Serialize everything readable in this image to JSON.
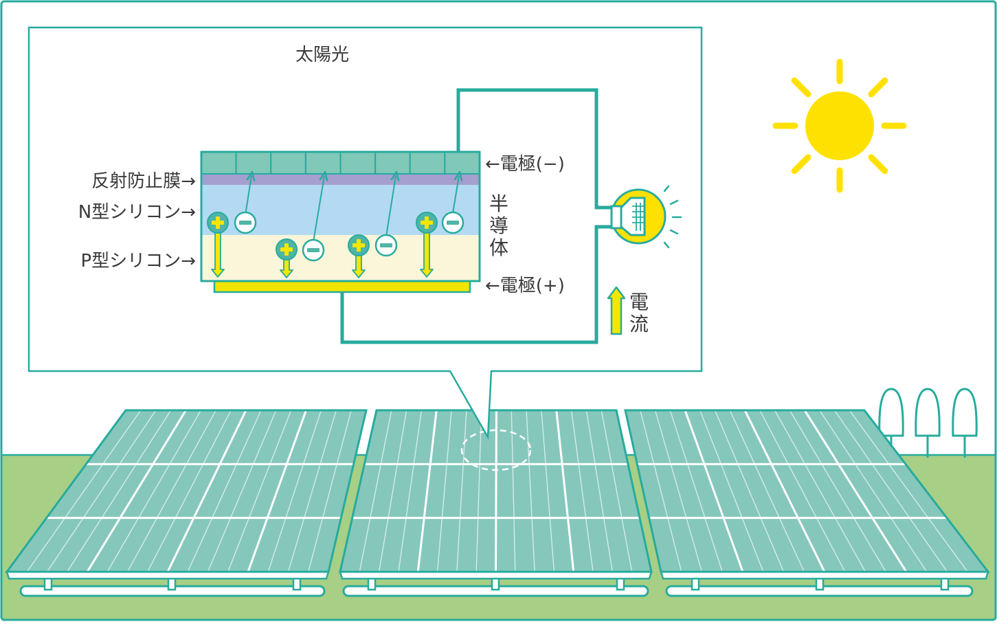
{
  "labels": {
    "sunlight": "太陽光",
    "antireflection_film": "反射防止膜→",
    "n_type_silicon": "N型シリコン→",
    "p_type_silicon": "P型シリコン→",
    "electrode_negative": "←電極(−)",
    "electrode_positive": "←電極(+)",
    "semiconductor_chars": [
      "半",
      "導",
      "体"
    ],
    "current_chars": [
      "電",
      "流"
    ]
  },
  "charges": {
    "plus_symbol": "+",
    "minus_symbol": "−"
  },
  "colors": {
    "outline": "#27ab9d",
    "panel_fill": "#86c7bc",
    "panel_dark": "#4fb5a6",
    "ground": "#a7cf85",
    "sun": "#ffe100",
    "current_arrow": "#f5e600",
    "n_layer": "#b3daf2",
    "p_layer": "#fbf6d9",
    "antireflection": "#a59fcf",
    "electrode_top": "#80c8b8",
    "electrode_bottom": "#f0e400",
    "text": "#3a3a3a"
  }
}
